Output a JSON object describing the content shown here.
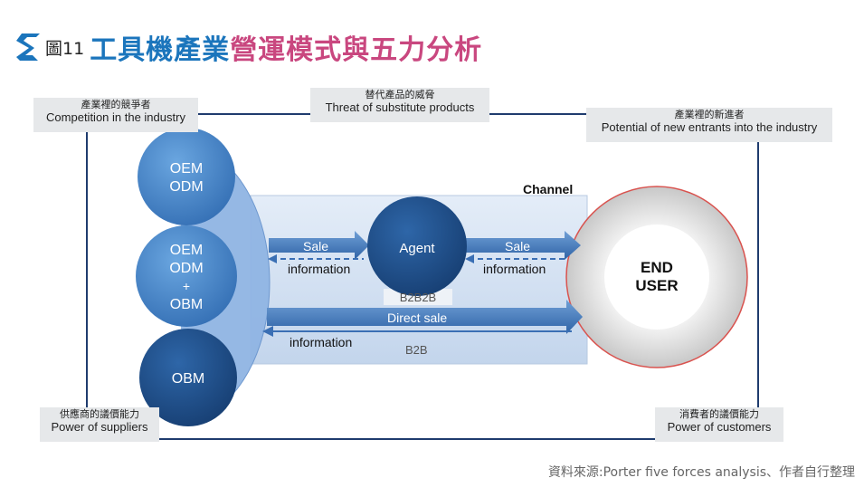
{
  "header": {
    "figure_label": "圖11",
    "title_part1": "工具機產業",
    "title_part2": "營運模式與五力分析"
  },
  "forces": {
    "competition": {
      "zh": "產業裡的競爭者",
      "en": "Competition in the industry"
    },
    "substitutes": {
      "zh": "替代產品的威脅",
      "en": "Threat of substitute products"
    },
    "new_entrants": {
      "zh": "產業裡的新進者",
      "en": "Potential of new entrants into the industry"
    },
    "suppliers": {
      "zh": "供應商的議價能力",
      "en": "Power of suppliers"
    },
    "customers": {
      "zh": "消費者的議價能力",
      "en": "Power of customers"
    }
  },
  "diagram": {
    "channel_label": "Channel",
    "supplier_nodes": {
      "oem_odm": [
        "OEM",
        "ODM"
      ],
      "oem_odm_obm": [
        "OEM",
        "ODM",
        "+",
        "OBM"
      ],
      "obm": "OBM"
    },
    "agent": "Agent",
    "end_user": [
      "END",
      "USER"
    ],
    "flow_labels": {
      "sale_left": "Sale",
      "info_left": "information",
      "sale_right": "Sale",
      "info_right": "information",
      "b2b2b": "B2B2B",
      "direct_sale": "Direct sale",
      "info_bottom": "information",
      "b2b": "B2B"
    }
  },
  "colors": {
    "title_blue": "#1b75bc",
    "title_pink": "#c9477f",
    "node_blue": "#4f8fd0",
    "node_dark": "#1f4f8c",
    "arrow_blue": "#3a6fb4",
    "panel_blue": "#d6e3f3",
    "frame_line": "#1f3c6e",
    "end_user_ring": "#c9c9c9",
    "end_user_border": "#d9534f"
  },
  "source": "資料來源:Porter five forces analysis、作者自行整理"
}
